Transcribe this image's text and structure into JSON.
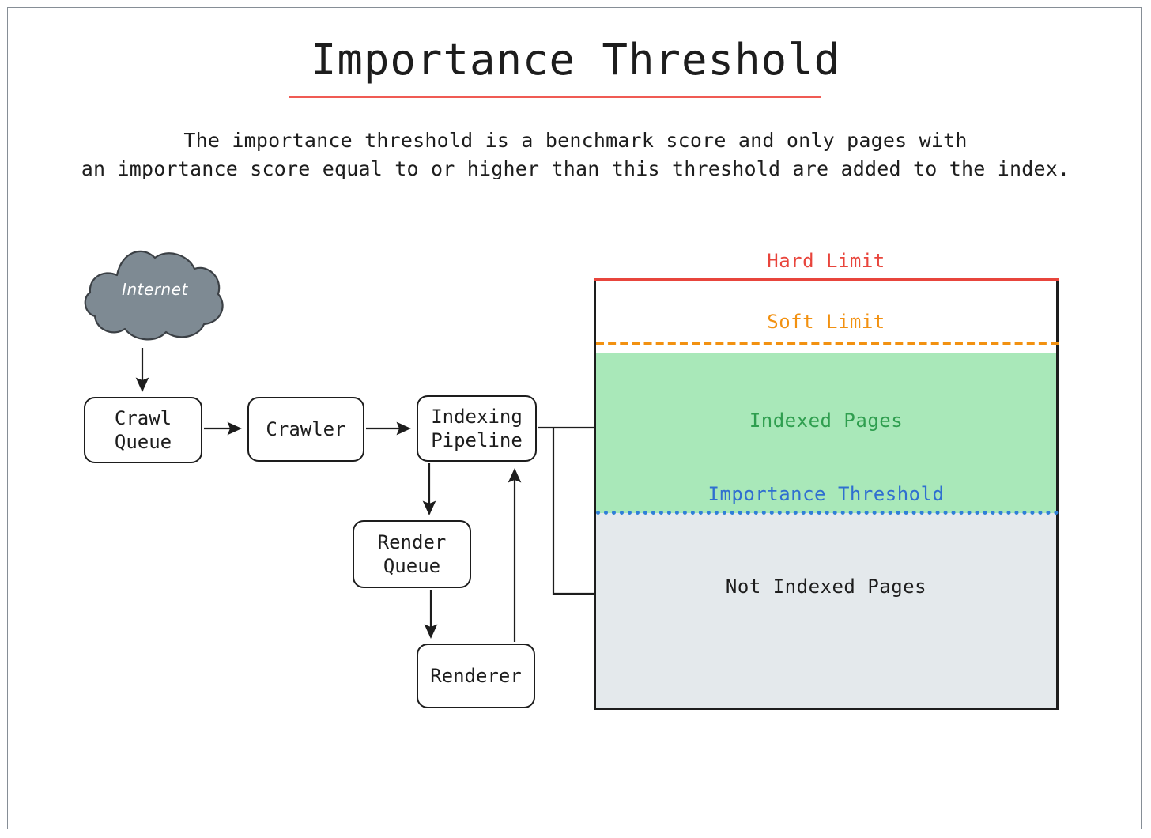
{
  "page": {
    "title": "Importance Threshold",
    "subtitle_lines": [
      "The importance threshold is a benchmark score and only pages with",
      "an importance score equal to or higher than this threshold are added to the index."
    ]
  },
  "colors": {
    "title_underline": "#f05b54",
    "hard_limit": "#e8453c",
    "soft_limit": "#f29111",
    "indexed_text": "#2f9e4f",
    "indexed_fill": "#a9e8b9",
    "threshold": "#2f6fd0",
    "not_indexed_fill": "#e4e9ec",
    "not_indexed_text": "#1d1d1d",
    "cloud_fill": "#7e8a93",
    "node_stroke": "#1d1d1d",
    "frame": "#868e96"
  },
  "flow": {
    "cloud": {
      "label": "Internet"
    },
    "nodes": [
      {
        "id": "crawl-queue",
        "label": "Crawl\nQueue"
      },
      {
        "id": "crawler",
        "label": "Crawler"
      },
      {
        "id": "indexing-pipeline",
        "label": "Indexing\nPipeline"
      },
      {
        "id": "render-queue",
        "label": "Render\nQueue"
      },
      {
        "id": "renderer",
        "label": "Renderer"
      }
    ],
    "edges": [
      {
        "from": "Internet",
        "to": "Crawl Queue"
      },
      {
        "from": "Crawl Queue",
        "to": "Crawler"
      },
      {
        "from": "Crawler",
        "to": "Indexing Pipeline"
      },
      {
        "from": "Indexing Pipeline",
        "to": "Render Queue"
      },
      {
        "from": "Render Queue",
        "to": "Renderer"
      },
      {
        "from": "Renderer",
        "to": "Indexing Pipeline"
      },
      {
        "from": "Indexing Pipeline",
        "to": "Indexed Pages"
      },
      {
        "from": "Indexing Pipeline",
        "to": "Not Indexed Pages"
      }
    ]
  },
  "panel": {
    "hard_limit_label": "Hard Limit",
    "soft_limit_label": "Soft Limit",
    "indexed_label": "Indexed Pages",
    "threshold_label": "Importance Threshold",
    "not_indexed_label": "Not Indexed Pages"
  }
}
